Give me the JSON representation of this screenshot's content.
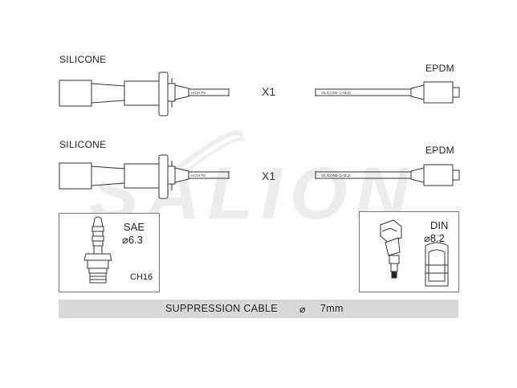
{
  "watermark": {
    "text": "SALION",
    "color": "#e6e6e6"
  },
  "cable_rows": [
    {
      "left_material": "SILICONE",
      "right_material": "EPDM",
      "quantity": "X1",
      "left_print": "HIGH PE",
      "right_print": "SILICONE CABLE"
    },
    {
      "left_material": "SILICONE",
      "right_material": "EPDM",
      "quantity": "X1",
      "left_print": "HIGH PE",
      "right_print": "SILICONE CABLE"
    }
  ],
  "connector_left": {
    "standard": "SAE",
    "diameter": "6.3",
    "hex": "CH16"
  },
  "connector_right": {
    "standard": "DIN",
    "diameter": "8.2"
  },
  "footer": {
    "label": "SUPPRESSION CABLE",
    "diameter": "7mm"
  },
  "colors": {
    "line": "#333333",
    "bar": "#d9d9d9",
    "box_border": "#777777"
  }
}
